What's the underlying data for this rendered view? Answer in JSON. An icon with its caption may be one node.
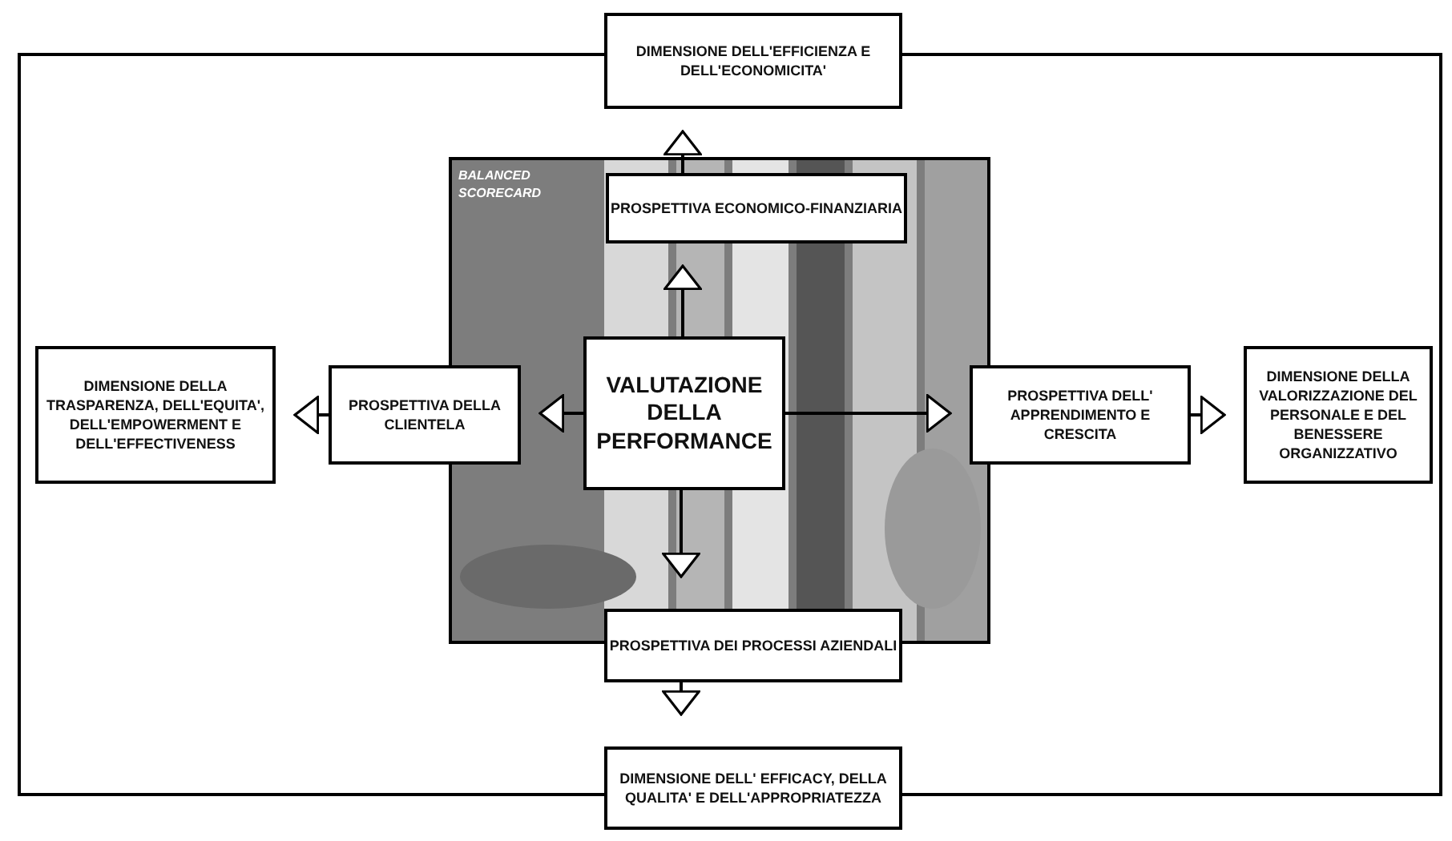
{
  "diagram": {
    "nodes": [
      {
        "text": [
          "BALANCED SCORECARD"
        ]
      },
      {
        "text": [
          "VALUTAZIONE DELLA PERFORMANCE"
        ],
        "in": 0
      },
      {
        "text": [
          "PROSPETTIVA ECONOMICO-FINANZIARIA"
        ],
        "in": 0
      },
      {
        "text": [
          "PROSPETTIVA DELLA CLIENTELA"
        ]
      },
      {
        "text": [
          "PROSPETTIVA DELL' APPRENDIMENTO E CRESCITA"
        ]
      },
      {
        "text": [
          "PROSPETTIVA DEI PROCESSI AZIENDALI"
        ]
      },
      {
        "text": [
          "DIMENSIONE DELL'EFFICIENZA E DELL'ECONOMICITA'"
        ]
      },
      {
        "text": [
          "DIMENSIONE DELLA TRASPARENZA, DELL'EQUITA', DELL'EMPOWERMENT E DELL'EFFECTIVENESS"
        ]
      },
      {
        "text": [
          "DIMENSIONE DELLA VALORIZZAZIONE DEL PERSONALE E DEL BENESSERE ORGANIZZATIVO"
        ]
      },
      {
        "text": [
          "DIMENSIONE DELL' EFFICACY, DELLA QUALITA' E DELL'APPROPRIATEZZA"
        ]
      }
    ],
    "edges": [
      {
        "from": 1,
        "to": 2,
        "arrow": "to"
      },
      {
        "from": 1,
        "to": 3,
        "arrow": "to"
      },
      {
        "from": 1,
        "to": 4,
        "arrow": "to"
      },
      {
        "from": 1,
        "to": 5,
        "arrow": "to"
      },
      {
        "from": 2,
        "to": 6,
        "arrow": "to"
      },
      {
        "from": 3,
        "to": 7,
        "arrow": "to"
      },
      {
        "from": 4,
        "to": 8,
        "arrow": "to"
      },
      {
        "from": 5,
        "to": 9,
        "arrow": "to"
      },
      {
        "from": 6,
        "to": 9,
        "arrow": "none"
      },
      {
        "from": 6,
        "to": 9,
        "arrow": "none"
      }
    ]
  }
}
